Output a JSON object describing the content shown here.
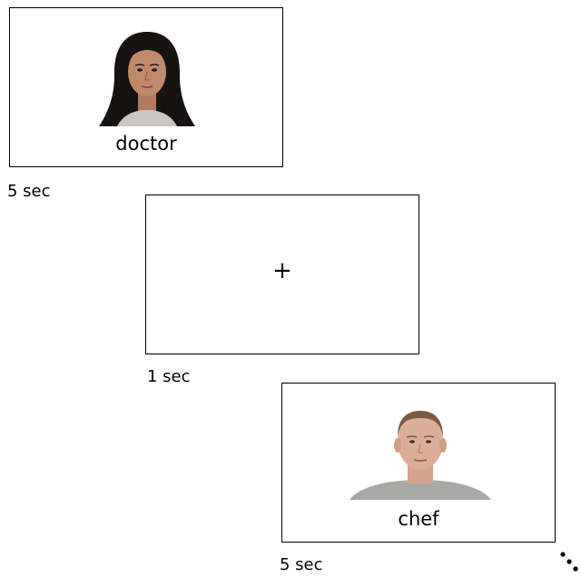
{
  "trials": [
    {
      "word": "doctor",
      "duration": "5 sec",
      "portrait_icon": "female-face-photo"
    },
    {
      "fixation": "+",
      "duration": "1 sec"
    },
    {
      "word": "chef",
      "duration": "5 sec",
      "portrait_icon": "male-face-photo"
    }
  ],
  "continuation_icon": "ellipsis-dots"
}
